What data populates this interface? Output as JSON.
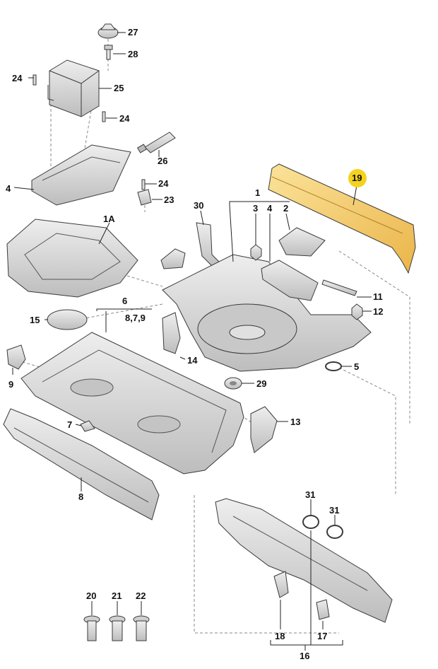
{
  "diagram": {
    "highlight_color": "#f4d21f",
    "part_fill": "#d7d7d7",
    "part_stroke": "#3a3a3a",
    "callouts": {
      "c27": "27",
      "c28": "28",
      "c24a": "24",
      "c25": "25",
      "c24b": "24",
      "c26": "26",
      "c4a": "4",
      "c24c": "24",
      "c23": "23",
      "c1A": "1A",
      "c30": "30",
      "c1": "1",
      "c3": "3",
      "c4b": "4",
      "c2": "2",
      "c19": "19",
      "c11": "11",
      "c12": "12",
      "c15": "15",
      "c6": "6",
      "c879": "8,7,9",
      "c14": "14",
      "c5": "5",
      "c29": "29",
      "c9": "9",
      "c13": "13",
      "c7": "7",
      "c8": "8",
      "c31a": "31",
      "c31b": "31",
      "c20": "20",
      "c21": "21",
      "c22": "22",
      "c18": "18",
      "c17": "17",
      "c16": "16"
    }
  }
}
